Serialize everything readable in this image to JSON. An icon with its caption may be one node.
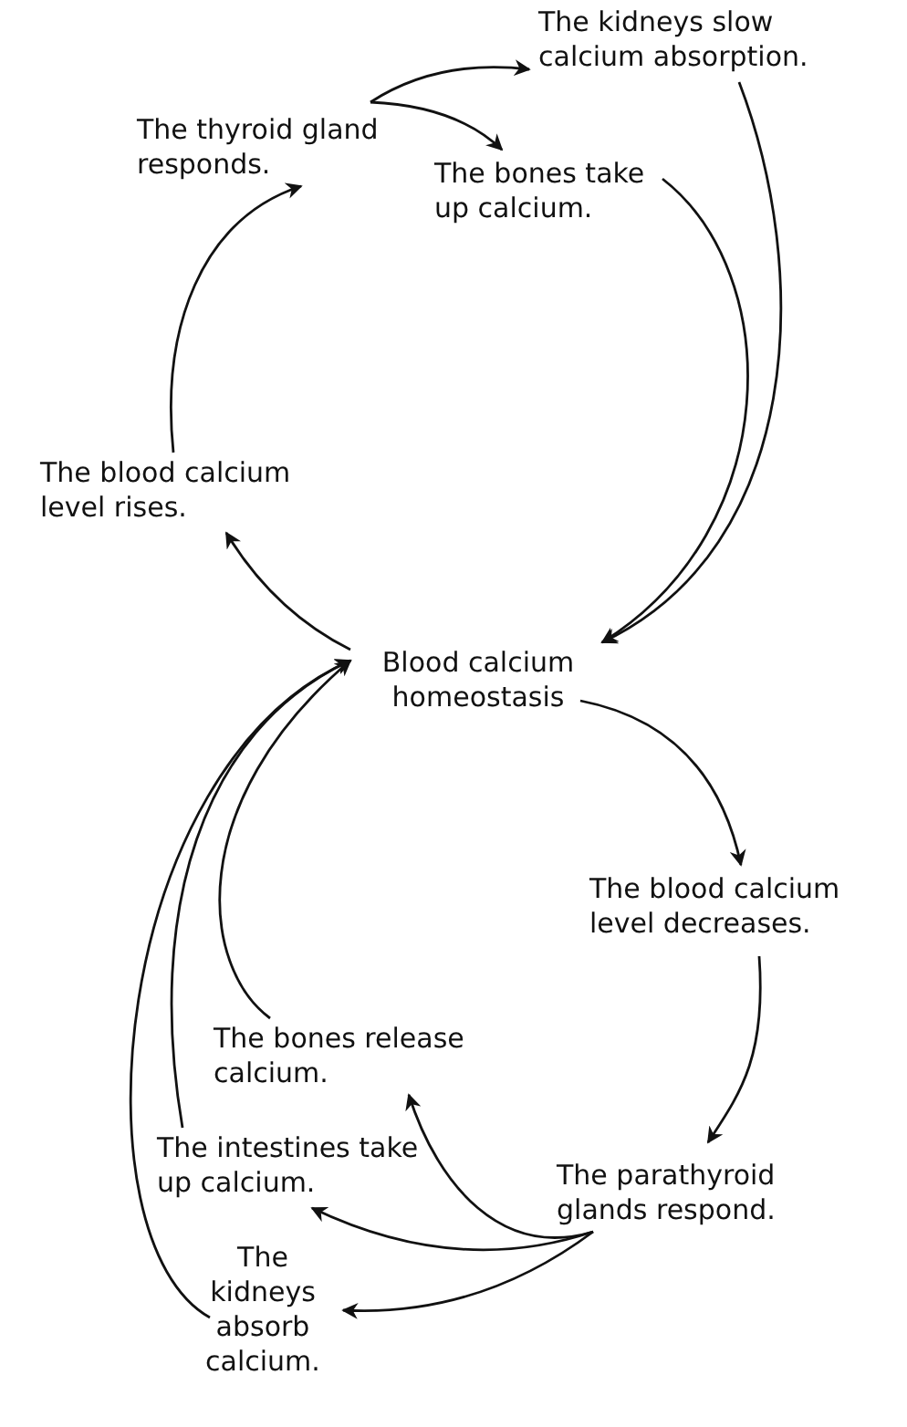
{
  "diagram": {
    "nodes": [
      {
        "text": [
          "Blood calcium homeostasis"
        ]
      },
      {
        "text": [
          "The blood calcium level rises."
        ]
      },
      {
        "text": [
          "The thyroid gland responds."
        ]
      },
      {
        "text": [
          "The kidneys slow calcium absorption."
        ]
      },
      {
        "text": [
          "The bones take up calcium."
        ]
      },
      {
        "text": [
          "The blood calcium level decreases."
        ]
      },
      {
        "text": [
          "The parathyroid glands respond."
        ]
      },
      {
        "text": [
          "The bones release calcium."
        ]
      },
      {
        "text": [
          "The intestines take up calcium."
        ]
      },
      {
        "text": [
          "The kidneys absorb calcium."
        ]
      }
    ],
    "edges": [
      {
        "from": 0,
        "to": 1,
        "arrow": "to"
      },
      {
        "from": 1,
        "to": 2,
        "arrow": "to"
      },
      {
        "from": 2,
        "to": 3,
        "arrow": "to"
      },
      {
        "from": 2,
        "to": 4,
        "arrow": "to"
      },
      {
        "from": 3,
        "to": 0,
        "arrow": "to"
      },
      {
        "from": 4,
        "to": 0,
        "arrow": "to"
      },
      {
        "from": 0,
        "to": 5,
        "arrow": "to"
      },
      {
        "from": 5,
        "to": 6,
        "arrow": "to"
      },
      {
        "from": 6,
        "to": 7,
        "arrow": "to"
      },
      {
        "from": 6,
        "to": 8,
        "arrow": "to"
      },
      {
        "from": 6,
        "to": 9,
        "arrow": "to"
      },
      {
        "from": 7,
        "to": 0,
        "arrow": "to"
      },
      {
        "from": 8,
        "to": 0,
        "arrow": "to"
      },
      {
        "from": 9,
        "to": 0,
        "arrow": "to"
      }
    ]
  }
}
